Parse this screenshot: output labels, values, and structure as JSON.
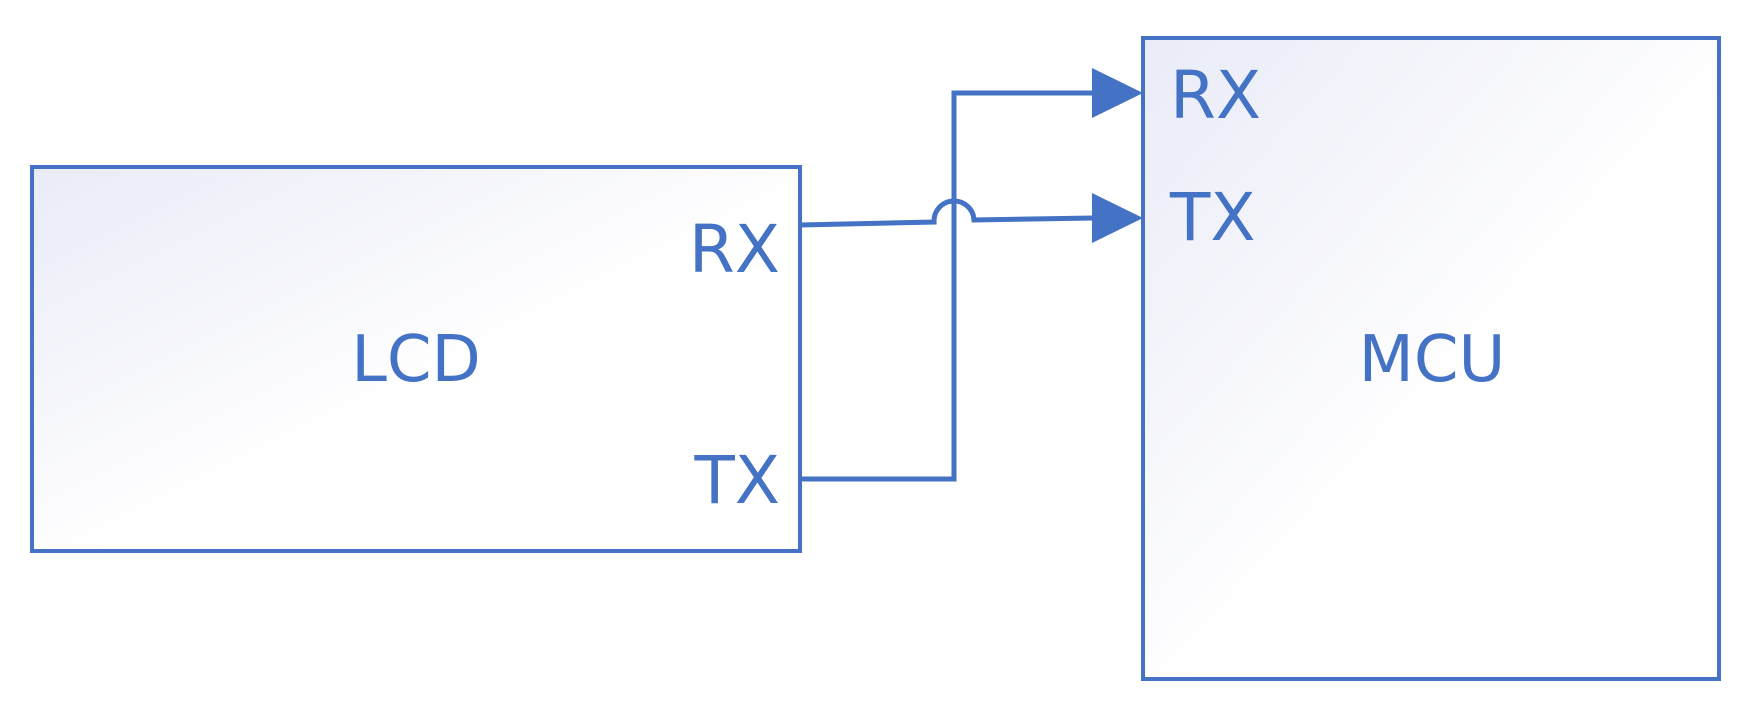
{
  "colors": {
    "stroke": "#4472c4",
    "text": "#4472c4",
    "fill_start": "#e9ebf7",
    "fill_end": "#ffffff"
  },
  "blocks": {
    "lcd": {
      "label": "LCD",
      "pins": {
        "rx": "RX",
        "tx": "TX"
      }
    },
    "mcu": {
      "label": "MCU",
      "pins": {
        "rx": "RX",
        "tx": "TX"
      }
    }
  },
  "connections": [
    {
      "from": "LCD TX",
      "to": "MCU RX"
    },
    {
      "from": "LCD RX",
      "to": "MCU TX"
    }
  ]
}
